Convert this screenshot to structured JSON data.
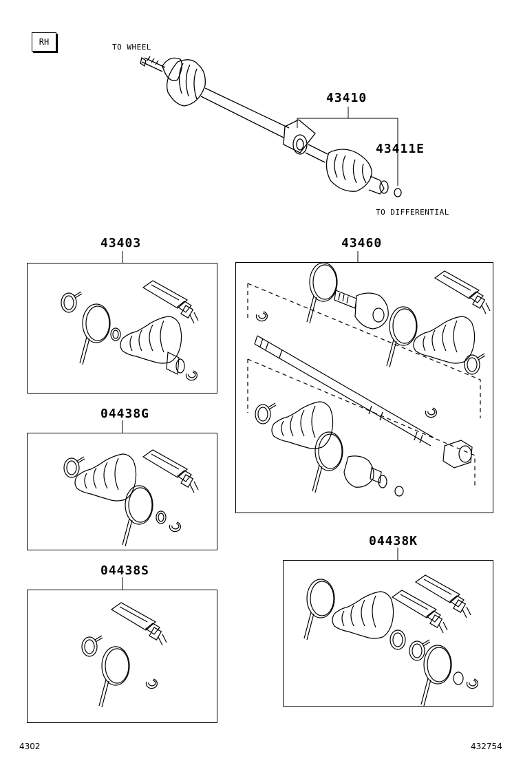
{
  "side_badge": "RH",
  "top_assembly": {
    "to_wheel": "TO WHEEL",
    "to_differential": "TO DIFFERENTIAL",
    "part_main": "43410",
    "part_ring": "43411E"
  },
  "kits": [
    {
      "part": "43403"
    },
    {
      "part": "43460"
    },
    {
      "part": "04438G"
    },
    {
      "part": "04438K"
    },
    {
      "part": "04438S"
    }
  ],
  "footer": {
    "left_code": "4302",
    "right_code": "432754"
  }
}
